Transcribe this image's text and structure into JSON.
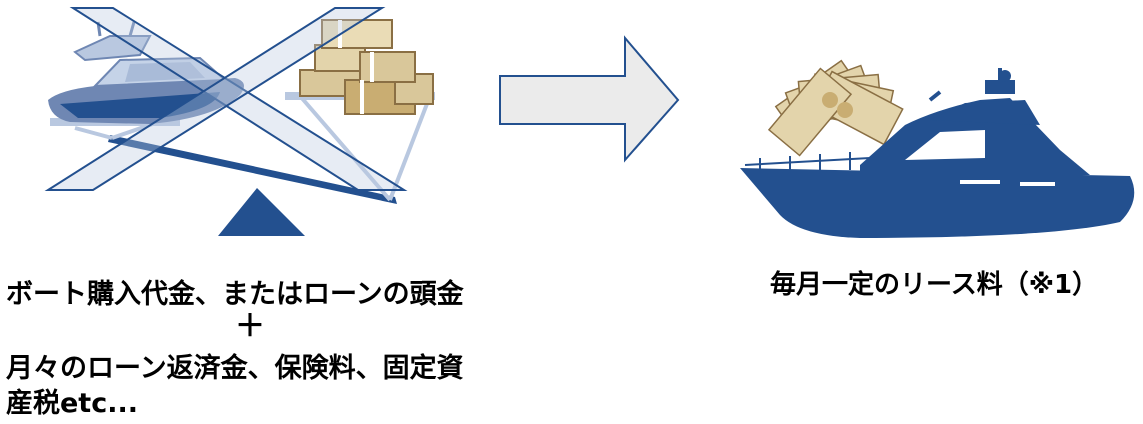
{
  "left_caption": {
    "line1": "ボート購入代金、またはローンの頭金",
    "plus": "＋",
    "line2": "月々のローン返済金、保険料、固定資",
    "line3": "産税etc..."
  },
  "right_caption": "毎月一定のリース料（※1）",
  "icons": {
    "scale": "balance-scale-icon",
    "boat": "motor-boat-icon",
    "money": "money-bundles-icon",
    "arrow": "right-arrow-icon",
    "banknotes": "banknotes-fan-icon",
    "yacht": "yacht-silhouette-icon"
  },
  "colors": {
    "navy": "#23508f",
    "light_blue": "#b9c8e0",
    "arrow_fill": "#ebebeb",
    "money_tan": "#d9c79a",
    "money_dark": "#8a6f44"
  }
}
